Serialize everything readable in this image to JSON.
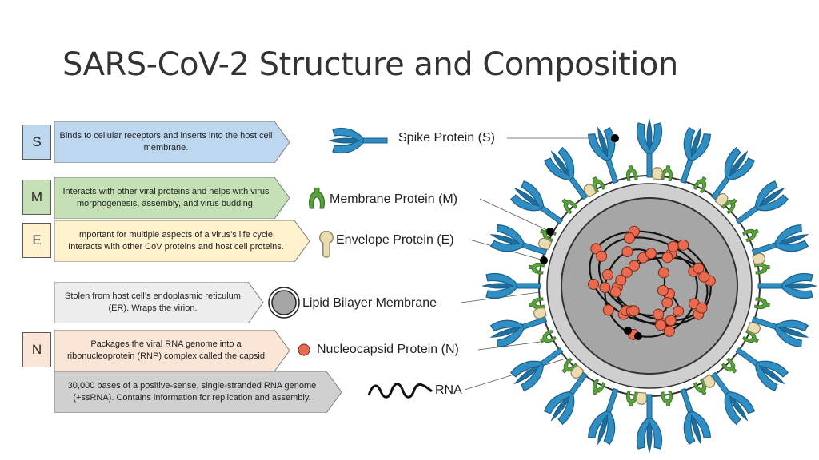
{
  "title": "SARS-CoV-2 Structure and Composition",
  "rows": [
    {
      "letter": "S",
      "text": "Binds to cellular receptors and inserts into the host cell membrane.",
      "color": "#bdd7ee"
    },
    {
      "letter": "M",
      "text": "Interacts with other viral proteins and helps with virus morphogenesis, assembly, and virus budding.",
      "color": "#c5e0b4"
    },
    {
      "letter": "E",
      "text": "Important for multiple aspects of a virus’s life cycle. Interacts with other CoV proteins and host cell proteins.",
      "color": "#fff2cc"
    },
    {
      "letter": "",
      "text": "Stolen from host cell’s endoplasmic reticulum (ER). Wraps the virion.",
      "color": "#ededed"
    },
    {
      "letter": "N",
      "text": "Packages the viral RNA genome into a ribonucleoprotein (RNP) complex called the capsid",
      "color": "#fbe5d6"
    },
    {
      "letter": "",
      "text": "30,000 bases of a positive-sense, single-stranded RNA genome (+ssRNA). Contains information for replication and assembly.",
      "color": "#d0d0d0"
    }
  ],
  "labels": {
    "spike": "Spike Protein (S)",
    "membrane": "Membrane Protein (M)",
    "envelope": "Envelope Protein (E)",
    "lipid": "Lipid Bilayer Membrane",
    "nucleocapsid": "Nucleocapsid Protein (N)",
    "rna": "RNA"
  },
  "colors": {
    "spike": "#2f8fc4",
    "spike_dark": "#1b5f88",
    "membrane_protein": "#5aa33c",
    "envelope_protein": "#e8dcb0",
    "lipid_gray": "#a6a6a6",
    "nucleocapsid": "#e96a4f",
    "rna": "#111111"
  }
}
